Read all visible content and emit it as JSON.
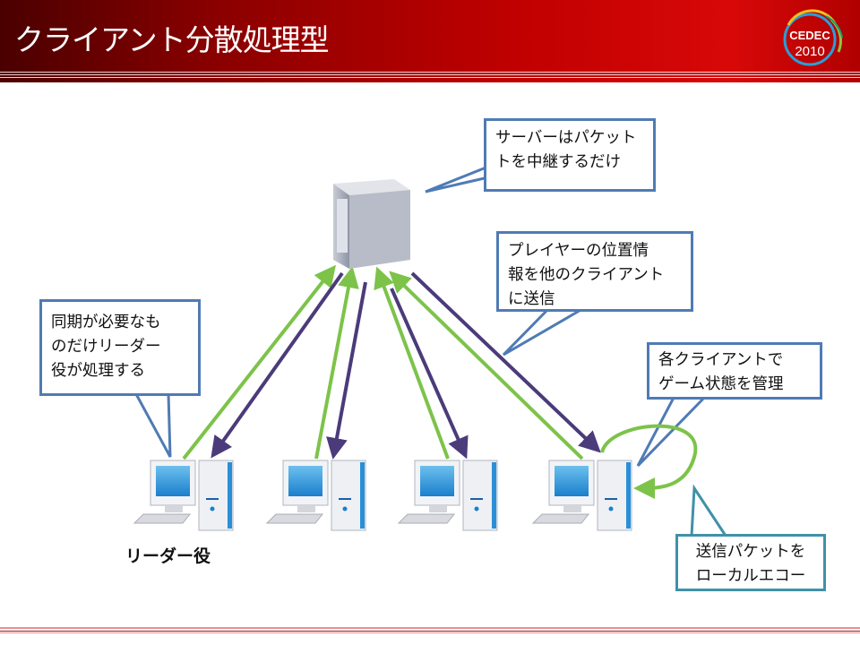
{
  "slide": {
    "title": "クライアント分散処理型",
    "logo": {
      "name": "CEDEC",
      "year": "2010"
    }
  },
  "colors": {
    "header_red": "#c00000",
    "callout_border": "#4f7bb5",
    "callout_border_teal": "#3f91a8",
    "arrow_up": "#7dc34a",
    "arrow_down": "#4b3b7a"
  },
  "callouts": {
    "server": [
      "サーバーはパケット",
      "トを中継するだけ"
    ],
    "broadcast": [
      "プレイヤーの位置情",
      "報を他のクライアント",
      "に送信"
    ],
    "leader": [
      "同期が必要なも",
      "のだけリーダー",
      "役が処理する"
    ],
    "state": [
      "各クライアントで",
      "ゲーム状態を管理"
    ],
    "echo": [
      "送信パケットを",
      "ローカルエコー"
    ]
  },
  "nodes": {
    "server": "server",
    "clients": [
      "client-1",
      "client-2",
      "client-3",
      "client-4"
    ],
    "leader_label": "リーダー役"
  }
}
